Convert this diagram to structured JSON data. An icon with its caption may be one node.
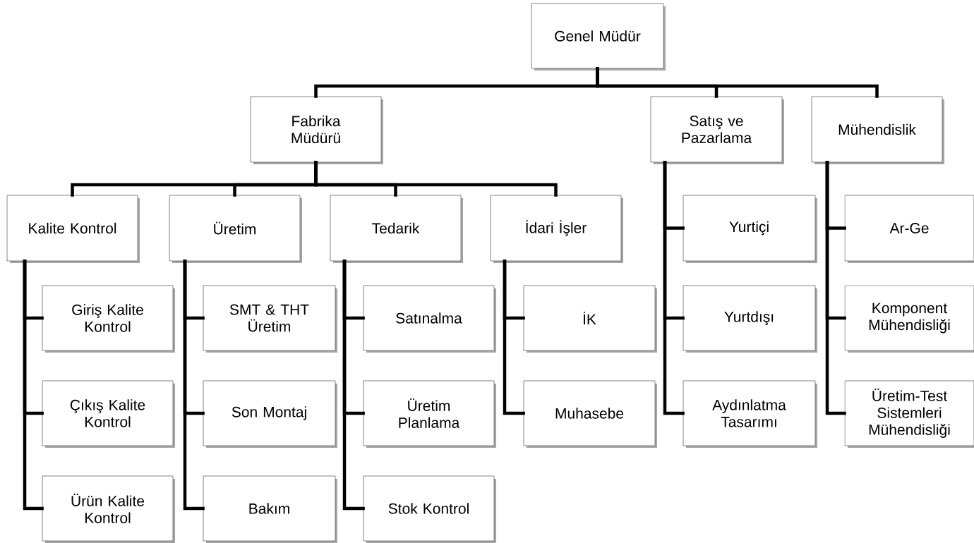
{
  "diagram": {
    "nodes": [
      {
        "text": [
          "Genel Müdür"
        ]
      },
      {
        "text": [
          "Fabrika Müdürü"
        ]
      },
      {
        "text": [
          "Satış ve Pazarlama"
        ]
      },
      {
        "text": [
          "Mühendislik"
        ]
      },
      {
        "text": [
          "Kalite Kontrol"
        ]
      },
      {
        "text": [
          "Üretim"
        ]
      },
      {
        "text": [
          "Tedarik"
        ]
      },
      {
        "text": [
          "İdari İşler"
        ]
      },
      {
        "text": [
          "Yurtiçi"
        ]
      },
      {
        "text": [
          "Ar-Ge"
        ]
      },
      {
        "text": [
          "Giriş Kalite Kontrol"
        ]
      },
      {
        "text": [
          "SMT & THT Üretim"
        ]
      },
      {
        "text": [
          "Satınalma"
        ]
      },
      {
        "text": [
          "İK"
        ]
      },
      {
        "text": [
          "Yurtdışı"
        ]
      },
      {
        "text": [
          "Komponent Mühendisliği"
        ]
      },
      {
        "text": [
          "Çıkış Kalite Kontrol"
        ]
      },
      {
        "text": [
          "Son Montaj"
        ]
      },
      {
        "text": [
          "Üretim Planlama"
        ]
      },
      {
        "text": [
          "Muhasebe"
        ]
      },
      {
        "text": [
          "Aydınlatma Tasarımı"
        ]
      },
      {
        "text": [
          "Üretim-Test Sistemleri Mühendisliği"
        ]
      },
      {
        "text": [
          "Ürün Kalite Kontrol"
        ]
      },
      {
        "text": [
          "Bakım"
        ]
      },
      {
        "text": [
          "Stok Kontrol"
        ]
      }
    ],
    "edges": [
      {
        "from": 0,
        "to": 1,
        "arrow": "none"
      },
      {
        "from": 0,
        "to": 2,
        "arrow": "none"
      },
      {
        "from": 0,
        "to": 3,
        "arrow": "none"
      },
      {
        "from": 1,
        "to": 4,
        "arrow": "none"
      },
      {
        "from": 1,
        "to": 5,
        "arrow": "none"
      },
      {
        "from": 1,
        "to": 6,
        "arrow": "none"
      },
      {
        "from": 1,
        "to": 7,
        "arrow": "none"
      },
      {
        "from": 2,
        "to": 8,
        "arrow": "none"
      },
      {
        "from": 2,
        "to": 14,
        "arrow": "none"
      },
      {
        "from": 2,
        "to": 20,
        "arrow": "none"
      },
      {
        "from": 3,
        "to": 9,
        "arrow": "none"
      },
      {
        "from": 3,
        "to": 15,
        "arrow": "none"
      },
      {
        "from": 3,
        "to": 21,
        "arrow": "none"
      },
      {
        "from": 4,
        "to": 10,
        "arrow": "none"
      },
      {
        "from": 4,
        "to": 16,
        "arrow": "none"
      },
      {
        "from": 4,
        "to": 22,
        "arrow": "none"
      },
      {
        "from": 5,
        "to": 11,
        "arrow": "none"
      },
      {
        "from": 5,
        "to": 17,
        "arrow": "none"
      },
      {
        "from": 5,
        "to": 23,
        "arrow": "none"
      },
      {
        "from": 6,
        "to": 12,
        "arrow": "none"
      },
      {
        "from": 6,
        "to": 18,
        "arrow": "none"
      },
      {
        "from": 6,
        "to": 24,
        "arrow": "none"
      },
      {
        "from": 7,
        "to": 13,
        "arrow": "none"
      },
      {
        "from": 7,
        "to": 19,
        "arrow": "none"
      }
    ]
  }
}
